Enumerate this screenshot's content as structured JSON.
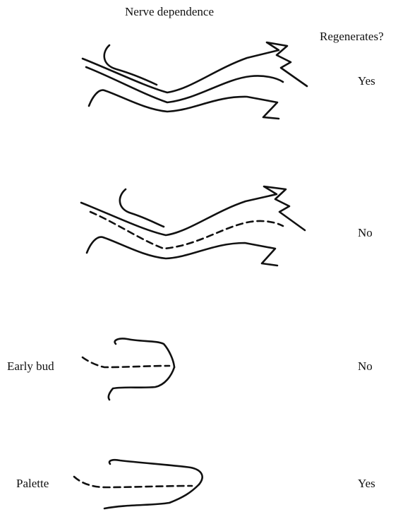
{
  "figure": {
    "title": "Nerve dependence",
    "column_header": "Regenerates?",
    "rows": [
      {
        "side_label": "",
        "answer": "Yes",
        "nerve": "intact"
      },
      {
        "side_label": "",
        "answer": "No",
        "nerve": "denervated"
      },
      {
        "side_label": "Early bud",
        "answer": "No",
        "nerve": "denervated"
      },
      {
        "side_label": "Palette",
        "answer": "Yes",
        "nerve": "denervated"
      }
    ]
  },
  "colors": {
    "ink": "#111111",
    "background": "#ffffff"
  }
}
